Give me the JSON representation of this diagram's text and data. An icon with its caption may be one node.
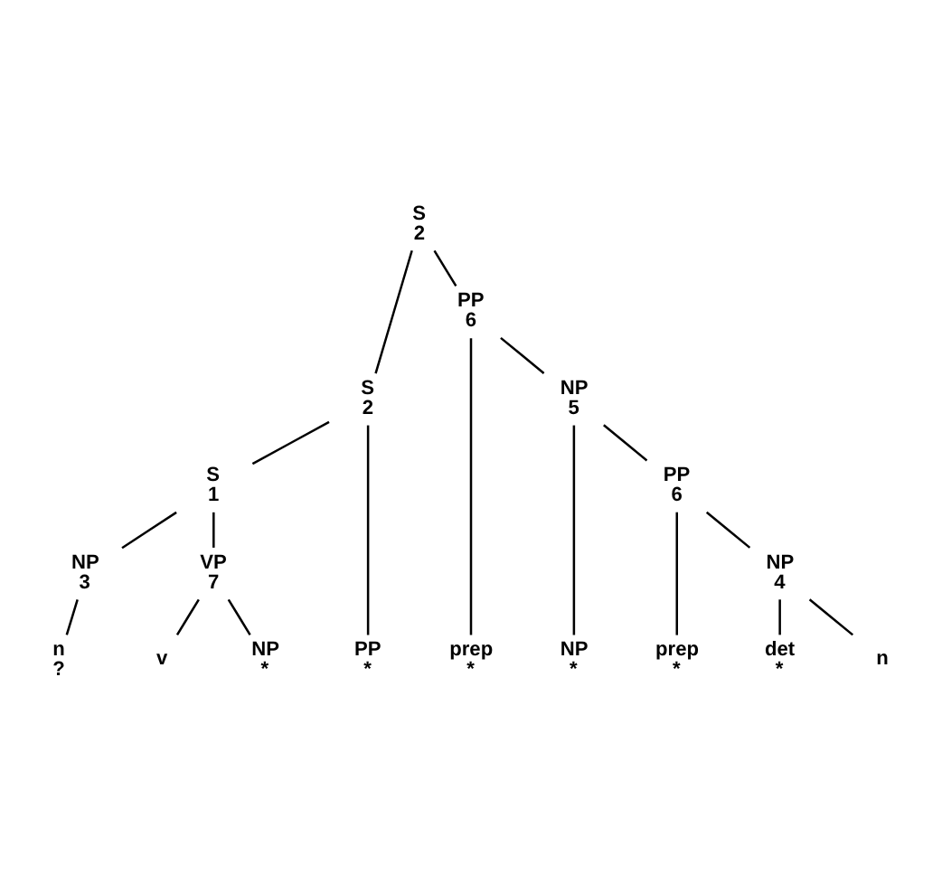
{
  "diagram": {
    "nodes": [
      {
        "text": [
          "S",
          "2"
        ]
      },
      {
        "text": [
          "S",
          "2"
        ]
      },
      {
        "text": [
          "PP",
          "6"
        ]
      },
      {
        "text": [
          "S",
          "1"
        ]
      },
      {
        "text": [
          "NP",
          "5"
        ]
      },
      {
        "text": [
          "NP",
          "3"
        ]
      },
      {
        "text": [
          "VP",
          "7"
        ]
      },
      {
        "text": [
          "PP",
          "6"
        ]
      },
      {
        "text": [
          "NP",
          "4"
        ]
      },
      {
        "text": [
          "n",
          "?"
        ]
      },
      {
        "text": [
          "v"
        ]
      },
      {
        "text": [
          "NP",
          "*"
        ]
      },
      {
        "text": [
          "PP",
          "*"
        ]
      },
      {
        "text": [
          "prep",
          "*"
        ]
      },
      {
        "text": [
          "NP",
          "*"
        ]
      },
      {
        "text": [
          "prep",
          "*"
        ]
      },
      {
        "text": [
          "det",
          "*"
        ]
      },
      {
        "text": [
          "n"
        ]
      }
    ],
    "edges": [
      {
        "from": 0,
        "to": 1,
        "arrow": "none"
      },
      {
        "from": 0,
        "to": 2,
        "arrow": "none"
      },
      {
        "from": 1,
        "to": 3,
        "arrow": "none"
      },
      {
        "from": 1,
        "to": 12,
        "arrow": "none"
      },
      {
        "from": 2,
        "to": 13,
        "arrow": "none"
      },
      {
        "from": 2,
        "to": 4,
        "arrow": "none"
      },
      {
        "from": 3,
        "to": 5,
        "arrow": "none"
      },
      {
        "from": 3,
        "to": 6,
        "arrow": "none"
      },
      {
        "from": 5,
        "to": 9,
        "arrow": "none"
      },
      {
        "from": 6,
        "to": 10,
        "arrow": "none"
      },
      {
        "from": 6,
        "to": 11,
        "arrow": "none"
      },
      {
        "from": 4,
        "to": 14,
        "arrow": "none"
      },
      {
        "from": 4,
        "to": 7,
        "arrow": "none"
      },
      {
        "from": 7,
        "to": 15,
        "arrow": "none"
      },
      {
        "from": 7,
        "to": 8,
        "arrow": "none"
      },
      {
        "from": 8,
        "to": 16,
        "arrow": "none"
      },
      {
        "from": 8,
        "to": 17,
        "arrow": "none"
      }
    ]
  }
}
